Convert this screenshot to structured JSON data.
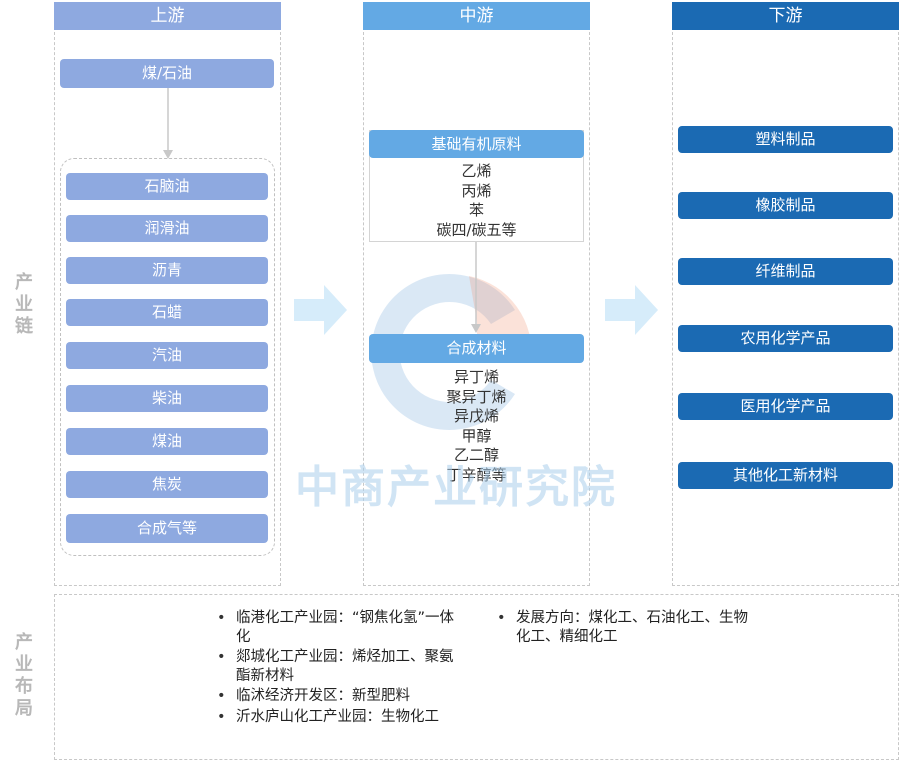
{
  "side_labels": {
    "chain": [
      "产",
      "业",
      "链"
    ],
    "layout": [
      "产",
      "业",
      "布",
      "局"
    ]
  },
  "upstream": {
    "header": "上游",
    "source": "煤/石油",
    "products": [
      "石脑油",
      "润滑油",
      "沥青",
      "石蜡",
      "汽油",
      "柴油",
      "煤油",
      "焦炭",
      "合成气等"
    ]
  },
  "midstream": {
    "header": "中游",
    "basic_title": "基础有机原料",
    "basic_items": [
      "乙烯",
      "丙烯",
      "苯",
      "碳四/碳五等"
    ],
    "synth_title": "合成材料",
    "synth_items": [
      "异丁烯",
      "聚异丁烯",
      "异戊烯",
      "甲醇",
      "乙二醇",
      "丁辛醇等"
    ]
  },
  "downstream": {
    "header": "下游",
    "products": [
      "塑料制品",
      "橡胶制品",
      "纤维制品",
      "农用化学产品",
      "医用化学产品",
      "其他化工新材料"
    ]
  },
  "layout_section": {
    "parks": [
      "临港化工产业园：“钢焦化氢”一体化",
      "郯城化工产业园：烯烃加工、聚氨酯新材料",
      "临沭经济开发区：新型肥料",
      "沂水庐山化工产业园：生物化工"
    ],
    "directions": [
      "发展方向：煤化工、石油化工、生物化工、精细化工"
    ]
  },
  "watermark": "中商产业研究院",
  "colors": {
    "upstream": "#8ea9e0",
    "midstream": "#63a9e4",
    "downstream": "#1b6ab3",
    "arrow": "#d6ecfa",
    "side_label": "#b8b8b8"
  }
}
